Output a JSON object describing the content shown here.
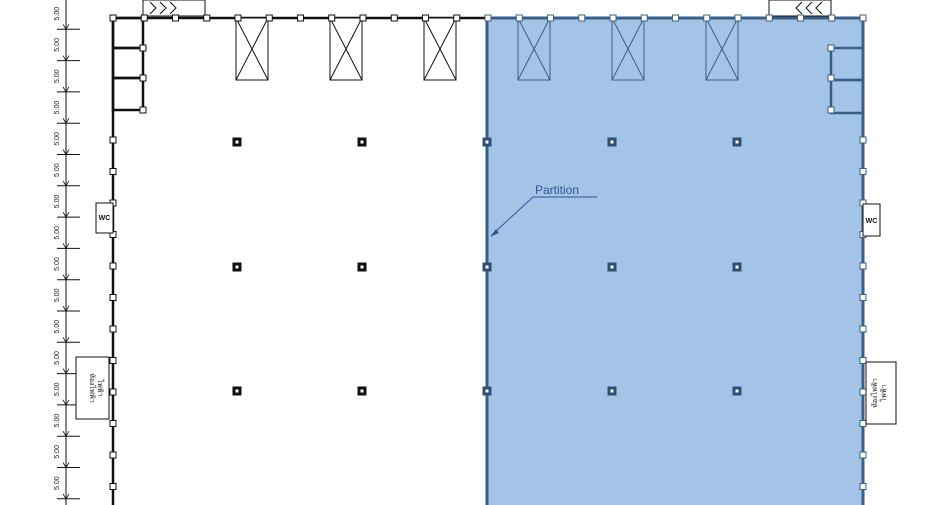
{
  "colors": {
    "shade_fill": "#a3c4e6",
    "shade_stroke": "#3a5f86",
    "ink": "#111111",
    "annotation": "#2f5597"
  },
  "dimension_labels": [
    "5.00",
    "5.00",
    "5.00",
    "5.00",
    "5.00",
    "5.00",
    "5.00",
    "5.00",
    "5.00",
    "5.00",
    "5.00",
    "5.00",
    "5.00",
    "5.00",
    "5.00",
    "5.00"
  ],
  "annotation": {
    "label": "Partition"
  },
  "restrooms": {
    "left": "WC",
    "right": "WC"
  },
  "utility_rooms": {
    "left": {
      "line1": "ห้องไฟฟ้า",
      "line2": "ไฟฟ้า"
    },
    "right": {
      "line1": "ห้องไฟฟ้า",
      "line2": "ไฟฟ้า"
    }
  },
  "icons": {
    "dock_doors": "crossed-box-icon",
    "columns": "column-square-icon",
    "arrow": "leader-arrow-icon"
  }
}
